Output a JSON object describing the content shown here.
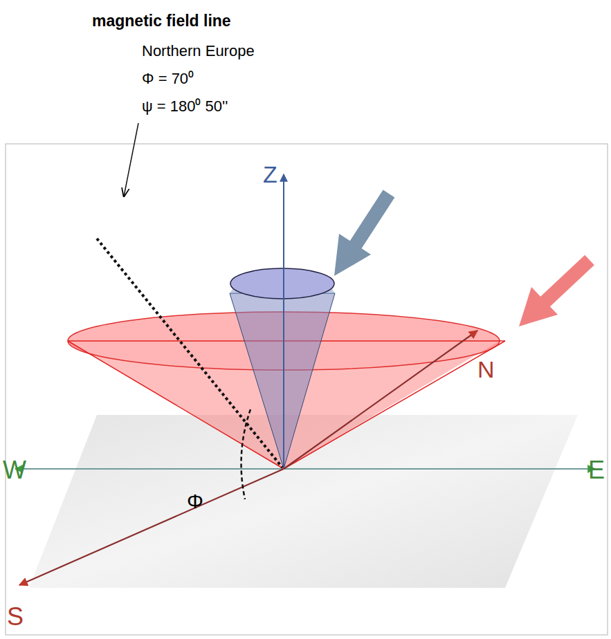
{
  "diagram": {
    "labels": [
      "magnetic field line",
      "Northern Europe",
      "Φ = 70⁰",
      "ψ = 180⁰ 50''",
      "Z",
      "N",
      "W",
      "E",
      "Φ",
      "S"
    ]
  }
}
